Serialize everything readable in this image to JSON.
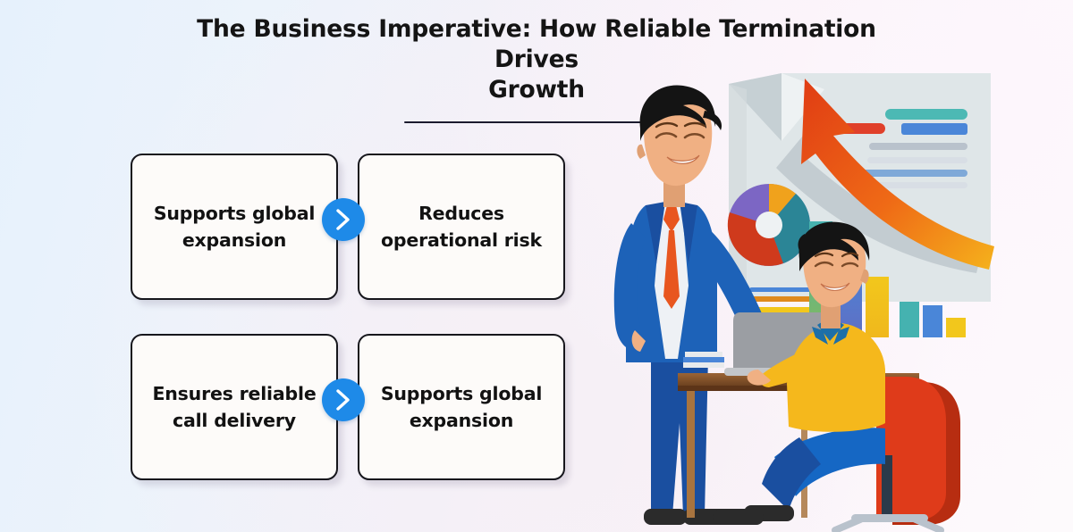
{
  "page": {
    "title_line1": "The Business Imperative: How Reliable Termination Drives",
    "title_line2": "Growth",
    "background_left": "#e6f1fc",
    "background_right": "#fdf8fc",
    "accent_blue": "#1e8ae8",
    "card_border": "#16161c",
    "card_fill": "#fdfbf9"
  },
  "cards": [
    {
      "id": "card-1",
      "label": "Supports global expansion"
    },
    {
      "id": "card-2",
      "label": "Reduces operational risk"
    },
    {
      "id": "card-3",
      "label": "Ensures reliable call delivery"
    },
    {
      "id": "card-4",
      "label": "Supports global expansion"
    }
  ],
  "connectors": [
    {
      "id": "connector-top",
      "icon": "chevron-right-icon",
      "color": "#1e8ae8"
    },
    {
      "id": "connector-bottom",
      "icon": "chevron-right-icon",
      "color": "#1e8ae8"
    }
  ],
  "illustration": {
    "name": "business-presentation-illustration",
    "description": "Standing presenter in blue suit gestures at a whiteboard of charts while a seated colleague in a yellow sweater works at a laptop",
    "colors": {
      "suit_blue": "#1d62b8",
      "suit_blue_dark": "#1a4fa0",
      "tie_orange": "#e8561f",
      "shirt_white": "#eef1f5",
      "sweater_yellow": "#f5b81c",
      "sweater_collar_blue": "#1d6fa8",
      "trousers_blue": "#1567c4",
      "chair_red": "#df3b1a",
      "chair_red_dark": "#b72d11",
      "desk_wood": "#7d4e28",
      "desk_wood_light": "#9a6436",
      "laptop_gray": "#9b9ea3",
      "board_gray": "#dde4e6",
      "skin": "#f0b083",
      "hair_black": "#141414",
      "arrow_red": "#e03c14",
      "arrow_orange": "#f5a623",
      "shoe_black": "#2b2b2b"
    },
    "board_charts": {
      "donut": {
        "segments": [
          {
            "name": "amber",
            "color": "#f0a21c"
          },
          {
            "name": "purple",
            "color": "#7c66c4"
          },
          {
            "name": "teal",
            "color": "#2b8596"
          },
          {
            "name": "red",
            "color": "#cf3a1c"
          }
        ]
      },
      "bars_large": [
        {
          "color": "#45b2b0",
          "height": 132
        },
        {
          "color": "#4a7fd4",
          "height": 100
        },
        {
          "color": "#f2c71c",
          "height": 76
        }
      ],
      "bars_small": [
        {
          "color": "#45b2b0",
          "height": 42
        },
        {
          "color": "#4a7fd4",
          "height": 36
        },
        {
          "color": "#f2c71c",
          "height": 24
        }
      ],
      "legend_bars": [
        {
          "color": "#4cb9b4"
        },
        {
          "color": "#e0402a"
        },
        {
          "color": "#4a86d8"
        },
        {
          "color": "#b9c2cc"
        },
        {
          "color": "#cfd6de"
        },
        {
          "color": "#7fa9d8"
        },
        {
          "color": "#cfd6de"
        }
      ],
      "mini_lines": [
        {
          "color": "#4a86d8"
        },
        {
          "color": "#e08a1c"
        },
        {
          "color": "#f2c71c"
        },
        {
          "color": "#cfd6de"
        }
      ]
    }
  }
}
